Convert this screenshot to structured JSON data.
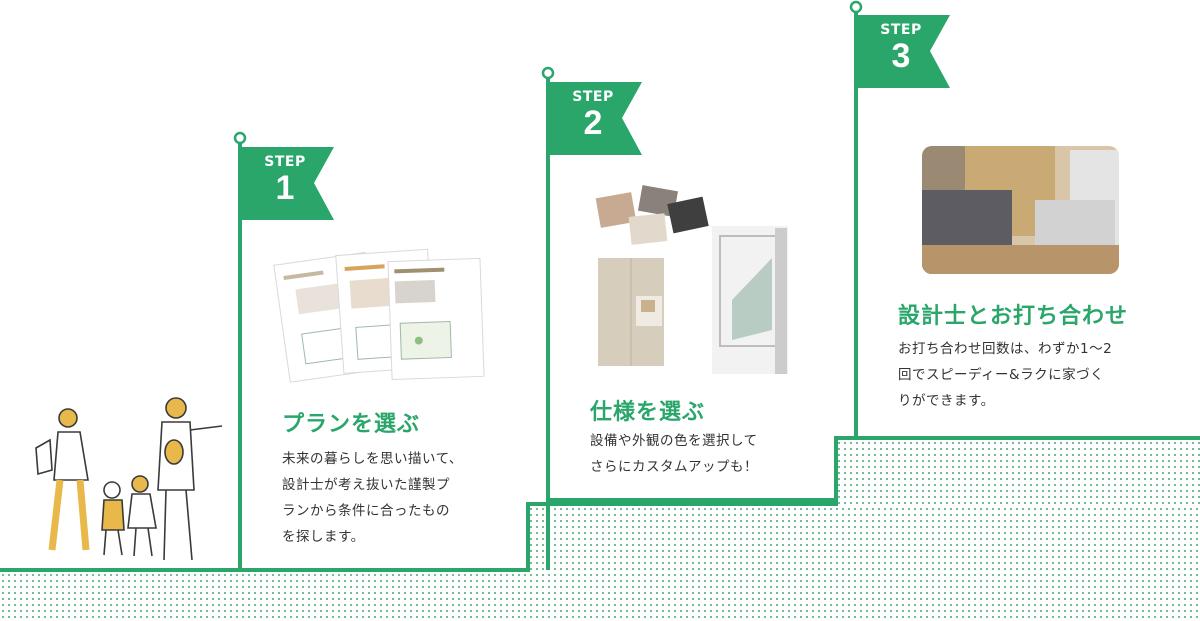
{
  "colors": {
    "accent": "#2aa66b",
    "text": "#333333",
    "dots": "#5fb183"
  },
  "steps": [
    {
      "step_word": "STEP",
      "number": "1",
      "title": "プランを選ぶ",
      "desc_lines": [
        "未来の暮らしを思い描いて、",
        "設計士が考え抜いた謹製プ",
        "ランから条件に合ったもの",
        "を探します。"
      ],
      "image": "floor-plan-sheets"
    },
    {
      "step_word": "STEP",
      "number": "2",
      "title": "仕様を選ぶ",
      "desc_lines": [
        "設備や外観の色を選択して",
        "さらにカスタムアップも！"
      ],
      "image": "material-samples"
    },
    {
      "step_word": "STEP",
      "number": "3",
      "title": "設計士とお打ち合わせ",
      "desc_lines": [
        "お打ち合わせ回数は、わずか1〜2",
        "回でスピーディー&ラクに家づく",
        "りができます。"
      ],
      "image": "meeting-photo"
    }
  ]
}
